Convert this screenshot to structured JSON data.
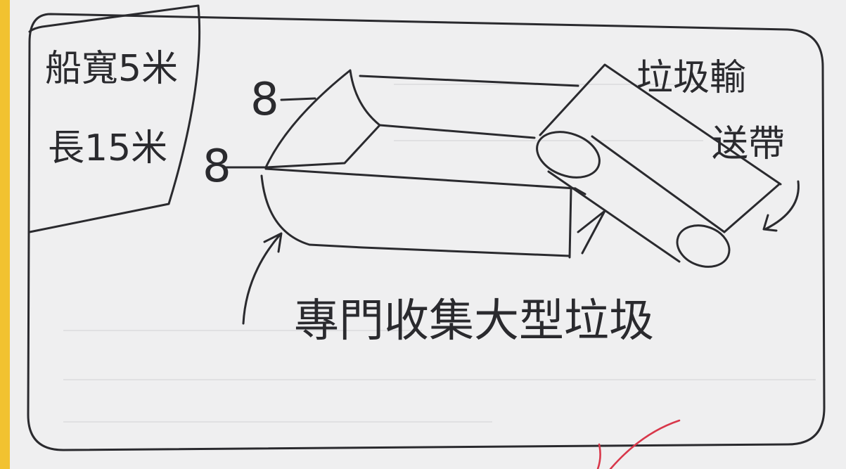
{
  "dimensions_box": {
    "width_label": "船寬5米",
    "length_label": "長15米"
  },
  "height_marks": {
    "upper": "8",
    "lower": "8"
  },
  "conveyor_label": {
    "line1": "垃圾輸",
    "line2": "送帶"
  },
  "caption": "專門收集大型垃圾",
  "colors": {
    "ink": "#2a2a2e",
    "paper": "#efeff0",
    "border_strip": "#f2c230",
    "check_mark": "#d8374a"
  }
}
